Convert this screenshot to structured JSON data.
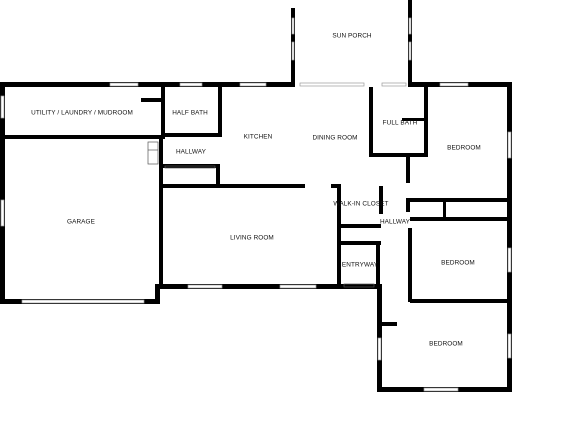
{
  "rooms": {
    "sun_porch": "SUN PORCH",
    "utility": "UTILITY / LAUNDRY / MUDROOM",
    "half_bath": "HALF BATH",
    "kitchen": "KITCHEN",
    "dining_room": "DINING ROOM",
    "full_bath": "FULL BATH",
    "bedroom_1": "BEDROOM",
    "hallway_west": "HALLWAY",
    "garage": "GARAGE",
    "walk_in_closet": "WALK-IN CLOSET",
    "hallway_east": "HALLWAY",
    "living_room": "LIVING ROOM",
    "entryway": "ENTRYWAY",
    "bedroom_2": "BEDROOM",
    "bedroom_3": "BEDROOM"
  },
  "colors": {
    "wall": "#000000",
    "window": "#ffffff",
    "window_outline": "#9a9a9a",
    "background": "#ffffff"
  }
}
